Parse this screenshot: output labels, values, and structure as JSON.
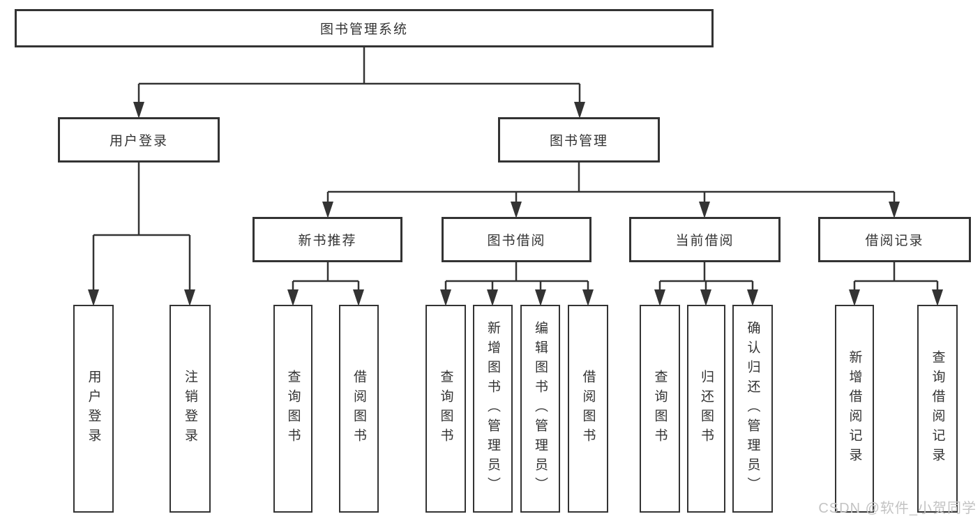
{
  "diagram": {
    "root": {
      "label": "图书管理系统"
    },
    "branches": [
      {
        "label": "用户登录",
        "children": [
          {
            "label": "用户登录"
          },
          {
            "label": "注销登录"
          }
        ]
      },
      {
        "label": "图书管理",
        "groups": [
          {
            "label": "新书推荐",
            "children": [
              {
                "label": "查询图书"
              },
              {
                "label": "借阅图书"
              }
            ]
          },
          {
            "label": "图书借阅",
            "children": [
              {
                "label": "查询图书"
              },
              {
                "label": "新增图书（管理员）"
              },
              {
                "label": "编辑图书（管理员）"
              },
              {
                "label": "借阅图书"
              }
            ]
          },
          {
            "label": "当前借阅",
            "children": [
              {
                "label": "查询图书"
              },
              {
                "label": "归还图书"
              },
              {
                "label": "确认归还（管理员）"
              }
            ]
          },
          {
            "label": "借阅记录",
            "children": [
              {
                "label": "新增借阅记录"
              },
              {
                "label": "查询借阅记录"
              }
            ]
          }
        ]
      }
    ]
  },
  "watermark": {
    "text": "CSDN @软件_小贺同学"
  },
  "colors": {
    "line": "#333333",
    "text": "#333333",
    "box_background": "#ffffff",
    "watermark": "#c3c3c3"
  }
}
